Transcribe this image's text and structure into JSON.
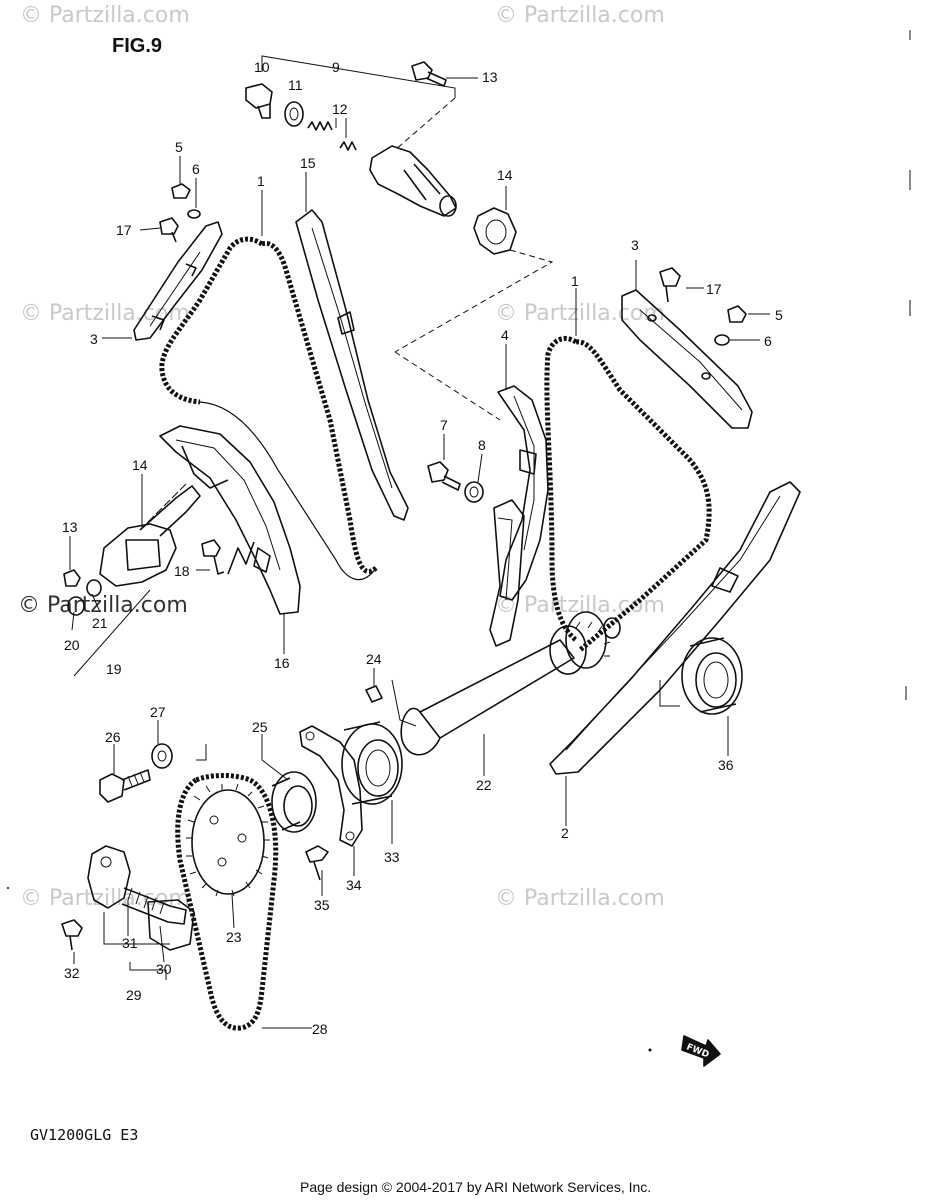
{
  "figure_title": "FIG.9",
  "model_code": "GV1200GLG  E3",
  "footer_text": "Page design © 2004-2017 by ARI Network Services, Inc.",
  "watermark": "© Partzilla.com",
  "fwd_label": "FWD",
  "callouts": [
    "1",
    "1",
    "2",
    "3",
    "3",
    "4",
    "5",
    "5",
    "6",
    "6",
    "7",
    "8",
    "9",
    "10",
    "11",
    "12",
    "13",
    "13",
    "14",
    "14",
    "15",
    "16",
    "17",
    "17",
    "18",
    "19",
    "20",
    "21",
    "22",
    "23",
    "24",
    "25",
    "26",
    "27",
    "28",
    "29",
    "30",
    "31",
    "32",
    "33",
    "34",
    "35",
    "36"
  ]
}
